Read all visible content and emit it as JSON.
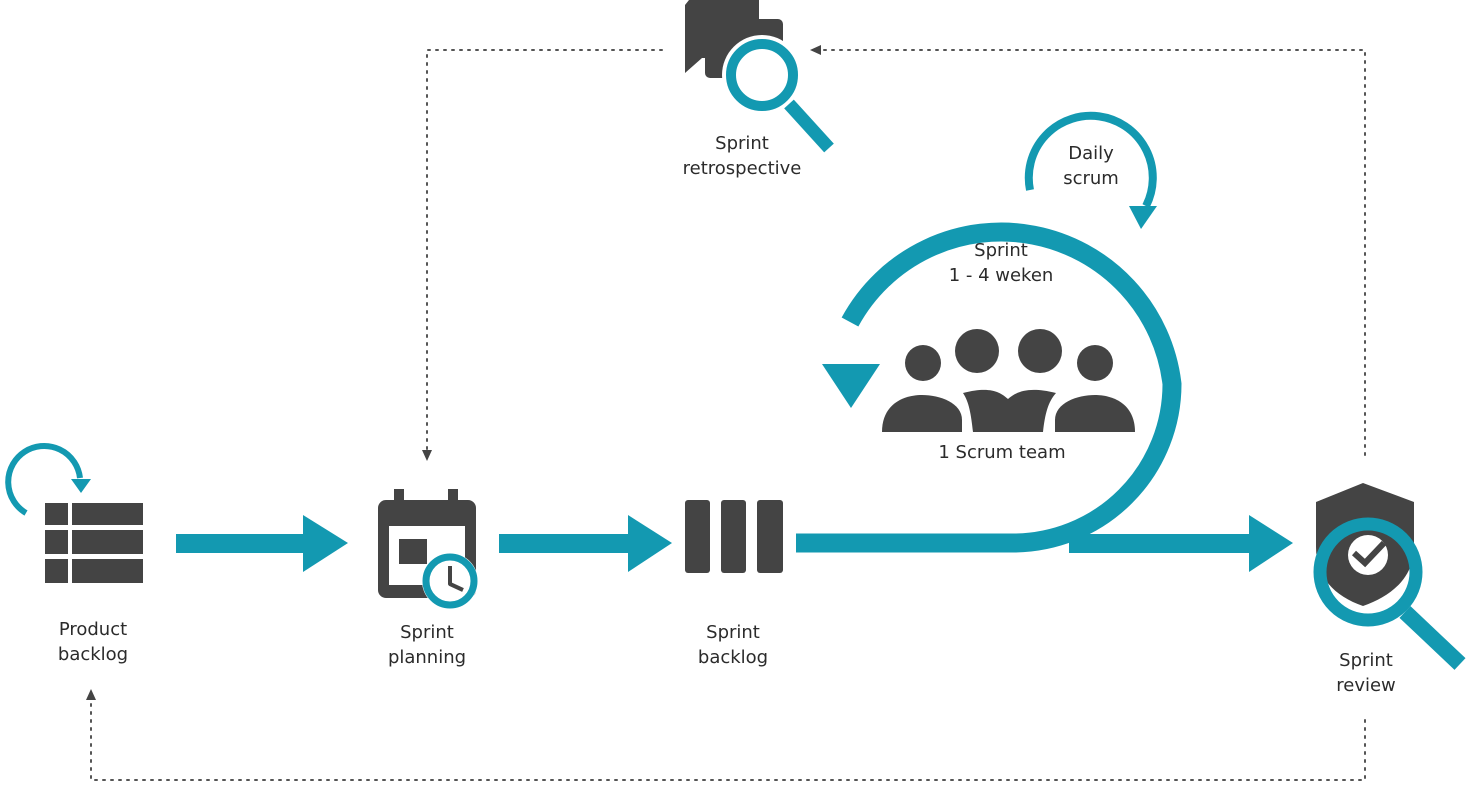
{
  "colors": {
    "accent": "#1399b1",
    "icon": "#444444",
    "text": "#2b2b2b",
    "dotted": "#555555"
  },
  "nodes": {
    "product_backlog": {
      "line1": "Product",
      "line2": "backlog",
      "icon": "table-icon"
    },
    "sprint_planning": {
      "line1": "Sprint",
      "line2": "planning",
      "icon": "calendar-clock-icon"
    },
    "sprint_backlog": {
      "line1": "Sprint",
      "line2": "backlog",
      "icon": "columns-icon"
    },
    "sprint_review": {
      "line1": "Sprint",
      "line2": "review",
      "icon": "shield-magnifier-icon"
    },
    "sprint_retrospective": {
      "line1": "Sprint",
      "line2": "retrospective",
      "icon": "chat-magnifier-icon"
    }
  },
  "cycle": {
    "sprint_line1": "Sprint",
    "sprint_line2": "1 - 4 weken",
    "daily_line1": "Daily",
    "daily_line2": "scrum",
    "team_label": "1 Scrum team",
    "team_icon": "team-icon"
  }
}
